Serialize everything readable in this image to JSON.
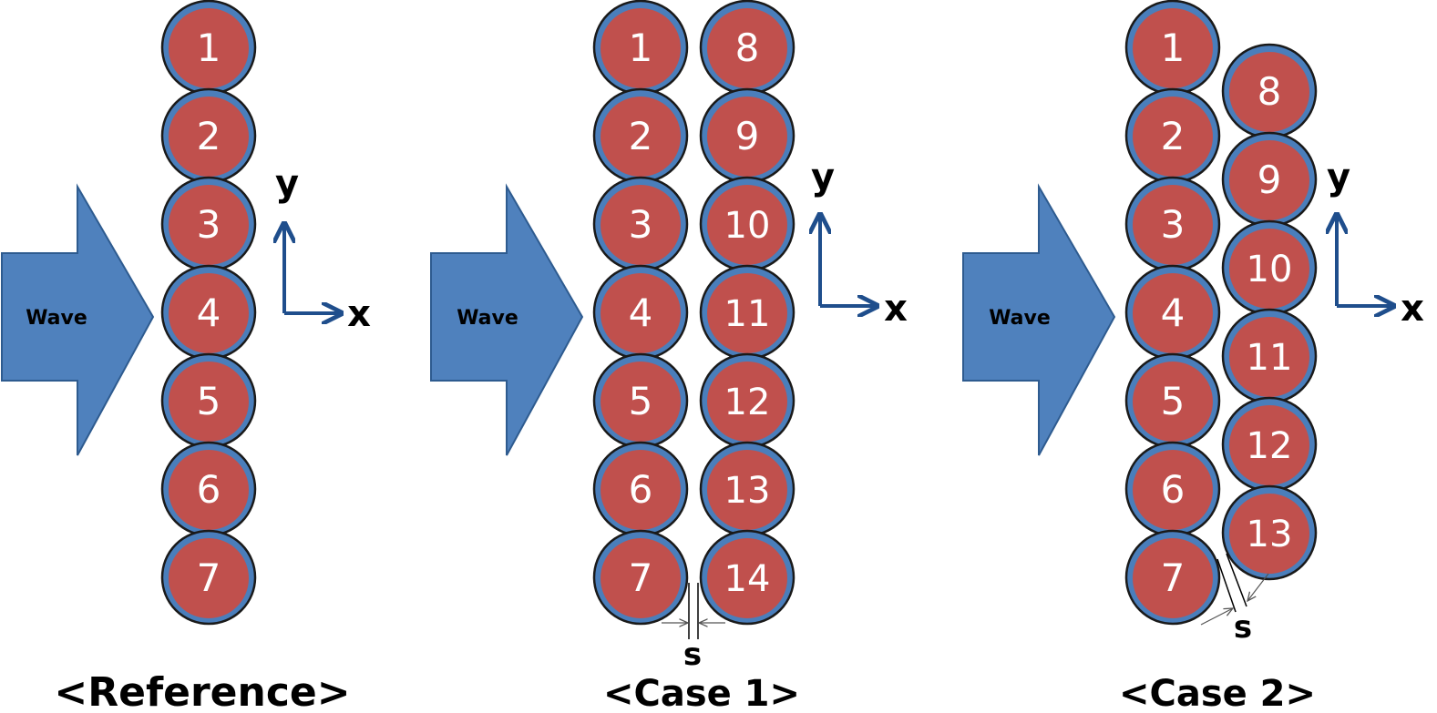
{
  "colors": {
    "buoy_fill": "#c0504d",
    "buoy_ring": "#4a7ebb",
    "buoy_outline": "#1a1a1a",
    "arrow_fill": "#4f81bd",
    "arrow_stroke": "#2e5b8f",
    "axis_color": "#1f4e8c",
    "label_color": "#ffffff",
    "text_color": "#000000"
  },
  "panels": [
    {
      "id": "reference",
      "caption": "<Reference>",
      "wave_label": "Wave",
      "axis_x": "x",
      "axis_y": "y",
      "columns": [
        {
          "labels": [
            "1",
            "2",
            "3",
            "4",
            "5",
            "6",
            "7"
          ]
        }
      ]
    },
    {
      "id": "case-1",
      "caption": "<Case 1>",
      "wave_label": "Wave",
      "axis_x": "x",
      "axis_y": "y",
      "gap_label": "s",
      "columns": [
        {
          "labels": [
            "1",
            "2",
            "3",
            "4",
            "5",
            "6",
            "7"
          ]
        },
        {
          "labels": [
            "8",
            "9",
            "10",
            "11",
            "12",
            "13",
            "14"
          ]
        }
      ]
    },
    {
      "id": "case-2",
      "caption": "<Case 2>",
      "wave_label": "Wave",
      "axis_x": "x",
      "axis_y": "y",
      "gap_label": "s",
      "columns": [
        {
          "labels": [
            "1",
            "2",
            "3",
            "4",
            "5",
            "6",
            "7"
          ]
        },
        {
          "labels": [
            "8",
            "9",
            "10",
            "11",
            "12",
            "13"
          ]
        }
      ]
    }
  ]
}
